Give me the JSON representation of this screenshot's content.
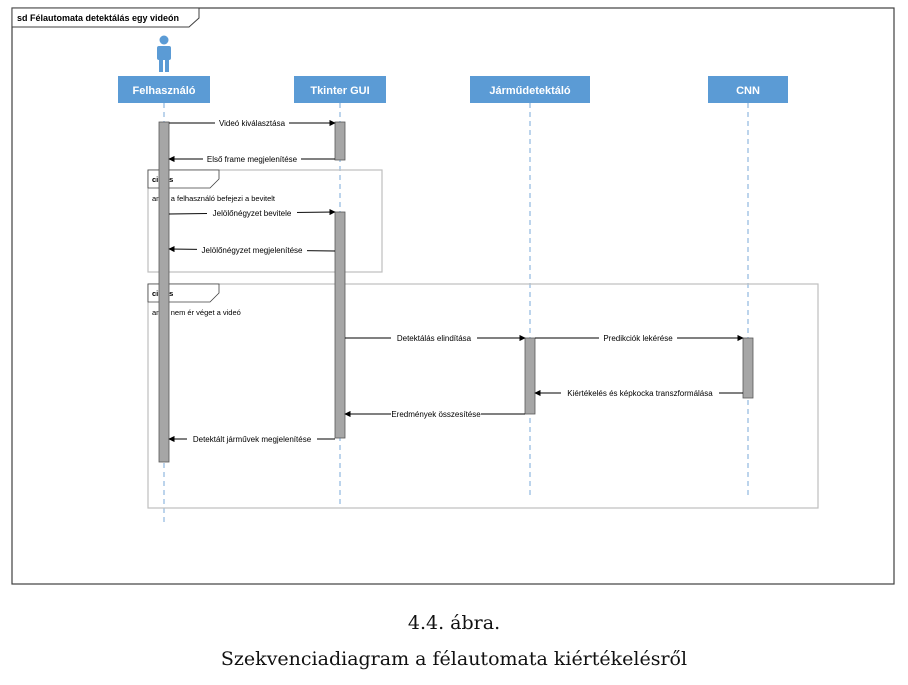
{
  "frame": {
    "title": "sd Félautomata detektálás egy videón"
  },
  "participants": [
    {
      "id": "user",
      "label": "Felhasználó",
      "actor": true
    },
    {
      "id": "gui",
      "label": "Tkinter GUI",
      "actor": false
    },
    {
      "id": "det",
      "label": "Járműdetektáló",
      "actor": false
    },
    {
      "id": "cnn",
      "label": "CNN",
      "actor": false
    }
  ],
  "loops": [
    {
      "label": "ciklus",
      "guard": "amíg a felhasználó befejezi a bevitelt"
    },
    {
      "label": "ciklus",
      "guard": "amíg nem ér véget a videó"
    }
  ],
  "messages": [
    {
      "text": "Videó kiválasztása",
      "from": "user",
      "to": "gui"
    },
    {
      "text": "Első frame megjelenítése",
      "from": "gui",
      "to": "user"
    },
    {
      "text": "Jelölőnégyzet bevitele",
      "from": "user",
      "to": "gui"
    },
    {
      "text": "Jelölőnégyzet megjelenítése",
      "from": "gui",
      "to": "user"
    },
    {
      "text": "Detektálás elindítása",
      "from": "gui",
      "to": "det"
    },
    {
      "text": "Predikciók lekérése",
      "from": "det",
      "to": "cnn"
    },
    {
      "text": "Kiértékelés és képkocka transzformálása",
      "from": "cnn",
      "to": "det"
    },
    {
      "text": "Eredmények összesítése",
      "from": "det",
      "to": "gui"
    },
    {
      "text": "Detektált járművek megjelenítése",
      "from": "gui",
      "to": "user"
    }
  ],
  "colors": {
    "participant_fill": "#5b9bd5",
    "participant_text": "#ffffff",
    "lifeline": "#7aaad9",
    "activation": "#a6a6a6",
    "frame_border": "#bfbfbf"
  },
  "caption": {
    "number": "4.4. ábra.",
    "text": "Szekvenciadiagram a félautomata kiértékelésről"
  }
}
